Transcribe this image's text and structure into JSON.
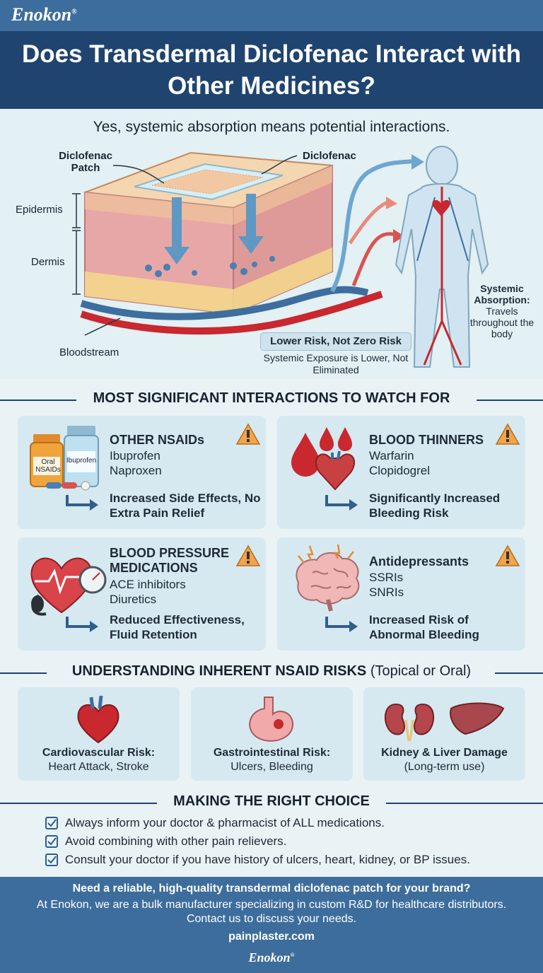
{
  "brand": {
    "name": "Enokon",
    "mark": "®"
  },
  "title": "Does Transdermal Diclofenac Interact with Other Medicines?",
  "subtitle": "Yes, systemic absorption means potential interactions.",
  "diagram": {
    "patch_label": "Diclofenac Patch",
    "drug_label": "Diclofenac",
    "epidermis": "Epidermis",
    "dermis": "Dermis",
    "bloodstream": "Bloodstream",
    "risk_title": "Lower Risk, Not Zero Risk",
    "risk_sub": "Systemic Exposure is Lower, Not Eliminated",
    "systemic_title": "Systemic Absorption:",
    "systemic_sub": "Travels throughout the body",
    "bottle1": "Oral NSAIDs",
    "bottle2": "Ibuprofen"
  },
  "section1": "MOST SIGNIFICANT INTERACTIONS TO WATCH FOR",
  "interactions": [
    {
      "title": "OTHER NSAIDs",
      "items": [
        "Ibuprofen",
        "Naproxen"
      ],
      "effect": "Increased Side Effects, No Extra Pain Relief",
      "icon": "pill-bottles-icon"
    },
    {
      "title": "BLOOD THINNERS",
      "items": [
        "Warfarin",
        "Clopidogrel"
      ],
      "effect": "Significantly Increased Bleeding Risk",
      "icon": "blood-drop-heart-icon"
    },
    {
      "title": "BLOOD PRESSURE MEDICATIONS",
      "items": [
        "ACE inhibitors",
        "Diuretics"
      ],
      "effect": "Reduced Effectiveness, Fluid Retention",
      "icon": "heart-gauge-icon"
    },
    {
      "title": "Antidepressants",
      "items": [
        "SSRIs",
        "SNRIs"
      ],
      "effect": "Increased Risk of Abnormal Bleeding",
      "icon": "brain-icon"
    }
  ],
  "section2": {
    "main": "UNDERSTANDING INHERENT NSAID RISKS",
    "light": "(Topical or Oral)"
  },
  "risks": [
    {
      "title": "Cardiovascular Risk:",
      "sub": "Heart Attack, Stroke"
    },
    {
      "title": "Gastrointestinal Risk:",
      "sub": "Ulcers, Bleeding"
    },
    {
      "title": "Kidney & Liver Damage",
      "sub": "(Long-term use)"
    }
  ],
  "section3": "MAKING THE RIGHT CHOICE",
  "choices": [
    "Always inform your doctor & pharmacist of ALL medications.",
    "Avoid combining with other pain relievers.",
    "Consult your doctor if you have history of ulcers, heart, kidney, or BP issues."
  ],
  "footer": {
    "headline": "Need a reliable, high-quality transdermal diclofenac patch for your brand?",
    "body": "At Enokon, we are a bulk manufacturer specializing in custom R&D for healthcare distributors. Contact us to discuss your needs.",
    "url": "painplaster.com"
  },
  "colors": {
    "navy": "#1f4470",
    "blue": "#3d6d9c",
    "card": "#d6e9f0",
    "warning": "#f2a44a",
    "blood": "#c8282e"
  }
}
